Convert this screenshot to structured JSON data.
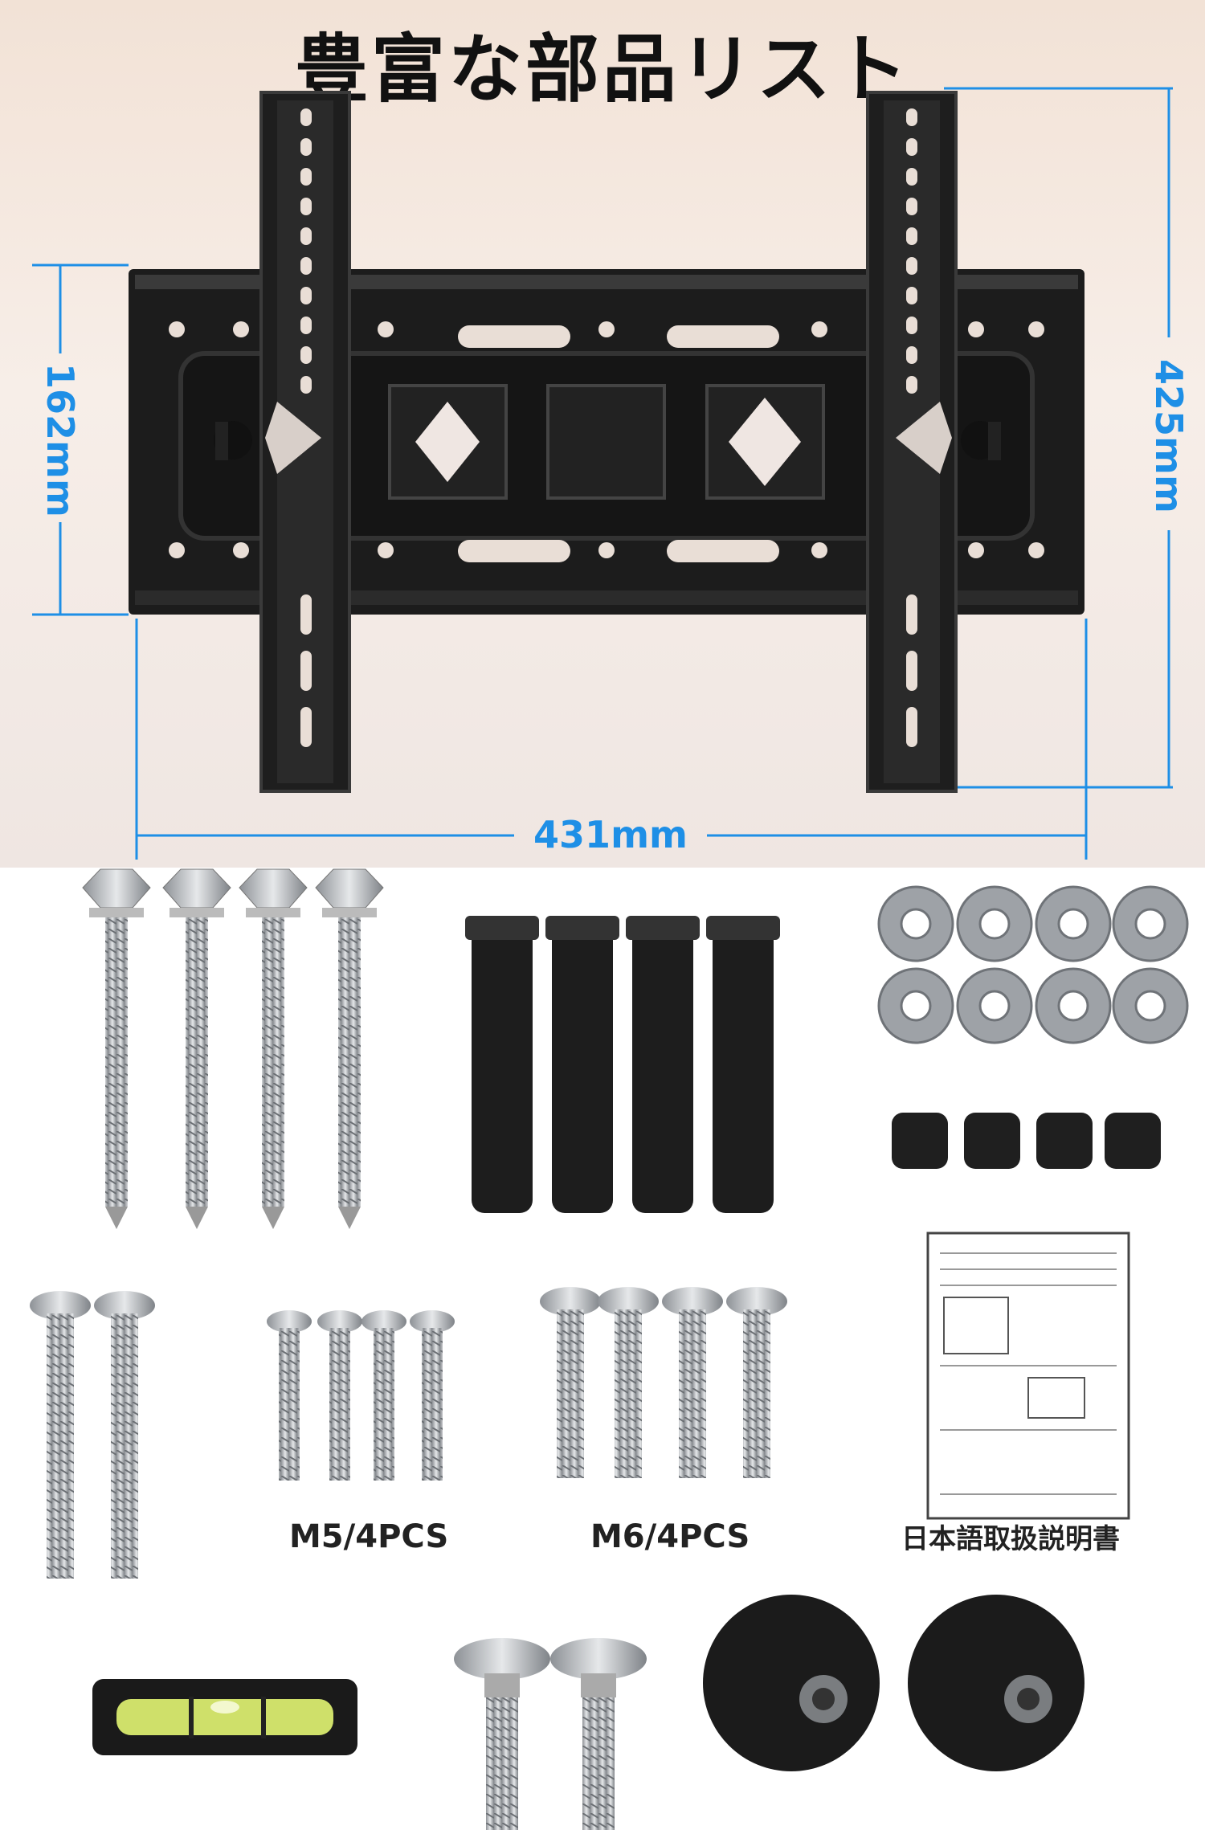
{
  "title": "豊富な部品リスト",
  "dimensions": {
    "height_plate": "162mm",
    "height_total": "425mm",
    "width": "431mm"
  },
  "captions": {
    "m5": "M5/4PCS",
    "m6": "M6/4PCS",
    "manual": "日本語取扱説明書"
  },
  "colors": {
    "accent_blue": "#1e8fe6",
    "bracket_black": "#1a1a1a",
    "steel": "#b9bcc0"
  }
}
